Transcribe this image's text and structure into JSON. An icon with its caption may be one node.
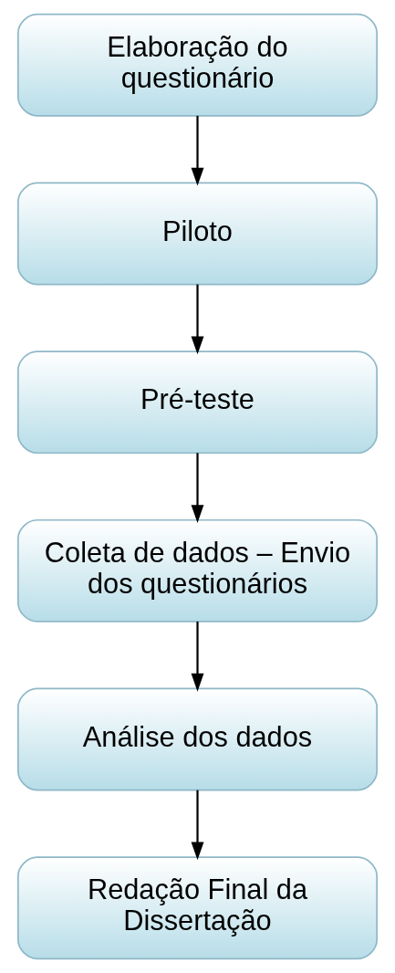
{
  "diagram": {
    "nodes": [
      {
        "text": [
          "Elaboração do questionário"
        ]
      },
      {
        "text": [
          "Piloto"
        ]
      },
      {
        "text": [
          "Pré-teste"
        ]
      },
      {
        "text": [
          "Coleta de dados – Envio dos questionários"
        ]
      },
      {
        "text": [
          "Análise dos dados"
        ]
      },
      {
        "text": [
          "Redação Final da Dissertação"
        ]
      }
    ],
    "edges": [
      {
        "from": 0,
        "to": 1,
        "arrow": "to"
      },
      {
        "from": 1,
        "to": 2,
        "arrow": "to"
      },
      {
        "from": 2,
        "to": 3,
        "arrow": "to"
      },
      {
        "from": 3,
        "to": 4,
        "arrow": "to"
      },
      {
        "from": 4,
        "to": 5,
        "arrow": "to"
      }
    ]
  }
}
